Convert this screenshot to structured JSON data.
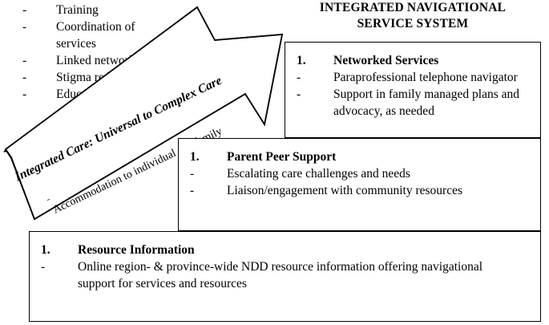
{
  "title": {
    "line1": "INTEGRATED NAVIGATIONAL",
    "line2": "SERVICE SYSTEM"
  },
  "left_list": {
    "items": [
      {
        "dash": "-",
        "text": "Training"
      },
      {
        "dash": "-",
        "text": "Coordination of",
        "cont": "services"
      },
      {
        "dash": "-",
        "text": "Linked networks"
      },
      {
        "dash": "-",
        "text": "Stigma reduction"
      },
      {
        "dash": "-",
        "text": "Education"
      }
    ]
  },
  "arrow": {
    "main_label": "Integrated Care: Universal to Complex Care",
    "sub_label": "Accommodation to individual and family",
    "tail_dash": "-",
    "direction": "up-right",
    "stroke_color": "#000000",
    "fill_color": "#ffffff"
  },
  "boxes": [
    {
      "number": "1.",
      "heading": "Networked Services",
      "bullets": [
        {
          "dash": "-",
          "text": "Paraprofessional telephone navigator"
        },
        {
          "dash": "-",
          "text": "Support in family managed plans and",
          "cont": "advocacy, as needed"
        }
      ]
    },
    {
      "number": "1.",
      "heading": "Parent Peer Support",
      "bullets": [
        {
          "dash": "-",
          "text": "Escalating care challenges and needs"
        },
        {
          "dash": "-",
          "text": "Liaison/engagement with community resources"
        }
      ]
    },
    {
      "number": "1.",
      "heading": "Resource Information",
      "bullets": [
        {
          "dash": "-",
          "text": "Online region- & province-wide NDD resource information offering navigational",
          "cont": "support for services and resources"
        }
      ]
    }
  ]
}
